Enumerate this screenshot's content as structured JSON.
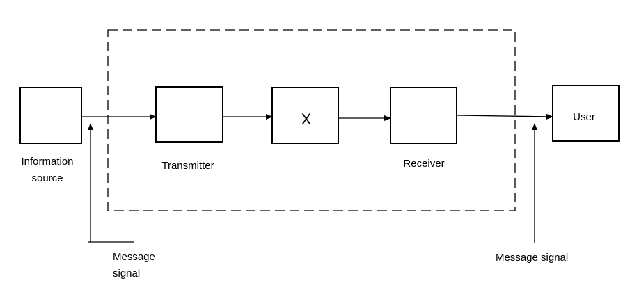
{
  "diagram": {
    "blocks": {
      "source_label_line1": "Information",
      "source_label_line2": "source",
      "transmitter_label": "Transmitter",
      "channel_label": "X",
      "receiver_label": "Receiver",
      "user_label": "User"
    },
    "annotations": {
      "left_signal_line1": "Message",
      "left_signal_line2": "signal",
      "right_signal": "Message signal"
    },
    "colors": {
      "stroke": "#000000",
      "background": "#ffffff"
    }
  }
}
